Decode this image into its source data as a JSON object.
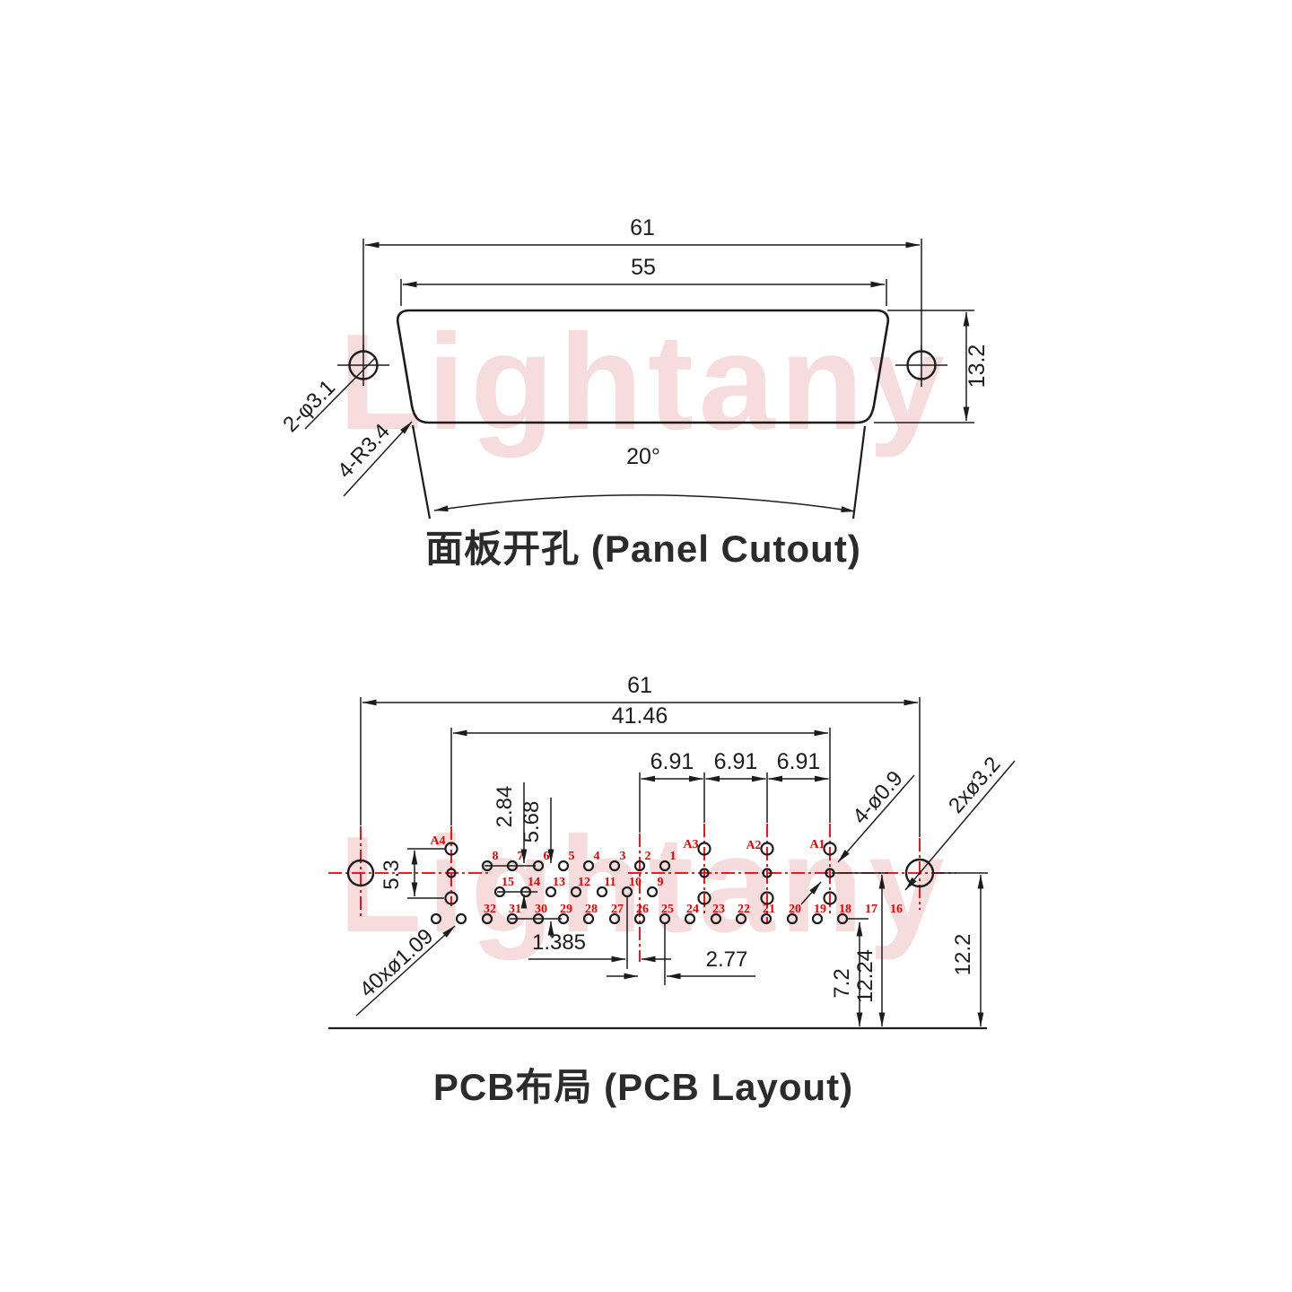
{
  "watermark": "Lightany",
  "panel": {
    "title": "面板开孔 (Panel Cutout)",
    "dims": {
      "width_outer": "61",
      "width_inner": "55",
      "height": "13.2",
      "angle": "20°",
      "mount_holes": "2-φ3.1",
      "corner_radius": "4-R3.4"
    }
  },
  "pcb": {
    "title": "PCB布局 (PCB Layout)",
    "dims": {
      "width_outer": "61",
      "coax_span": "41.46",
      "coax_pitch": [
        "6.91",
        "6.91",
        "6.91"
      ],
      "row_offset": "2.84",
      "row_span": "5.68",
      "shield_span": "5.3",
      "stagger": "1.385",
      "pin_pitch": "2.77",
      "edge_to_row3": "7.2",
      "edge_to_center_a": "12.24",
      "edge_to_center_b": "12.2",
      "signal_holes": "40xø1.09",
      "coax_center_holes": "4-ø0.9",
      "mount_holes": "2xø3.2"
    },
    "coax_labels": [
      "A4",
      "A3",
      "A2",
      "A1"
    ],
    "row1": [
      "8",
      "7",
      "6",
      "5",
      "4",
      "3",
      "2",
      "1"
    ],
    "row2": [
      "15",
      "14",
      "13",
      "12",
      "11",
      "10",
      "9"
    ],
    "row3": [
      "32",
      "31",
      "30",
      "29",
      "28",
      "27",
      "26",
      "25",
      "24",
      "23",
      "22",
      "21",
      "20",
      "19",
      "18",
      "17",
      "16"
    ]
  }
}
